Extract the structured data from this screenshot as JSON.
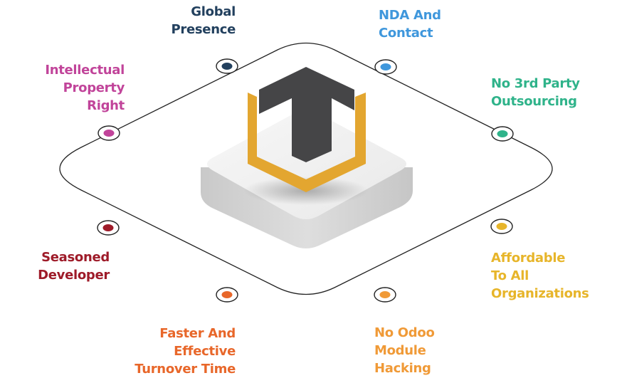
{
  "features": [
    {
      "id": "global-presence",
      "lines": [
        "Global",
        "Presence"
      ],
      "color": "#22405e"
    },
    {
      "id": "nda-and-contact",
      "lines": [
        "NDA And",
        "Contact"
      ],
      "color": "#3f97dc"
    },
    {
      "id": "intellectual-property-right",
      "lines": [
        "Intellectual",
        "Property",
        "Right"
      ],
      "color": "#c1449a"
    },
    {
      "id": "no-3rd-party-outsourcing",
      "lines": [
        "No 3rd Party",
        "Outsourcing"
      ],
      "color": "#2fb38a"
    },
    {
      "id": "seasoned-developer",
      "lines": [
        "Seasoned",
        "Developer"
      ],
      "color": "#9e1b29"
    },
    {
      "id": "affordable-to-all-organizations",
      "lines": [
        "Affordable",
        "To All",
        "Organizations"
      ],
      "color": "#e7b52a"
    },
    {
      "id": "faster-and-effective-turnover-time",
      "lines": [
        "Faster And",
        "Effective",
        "Turnover Time"
      ],
      "color": "#e8672a"
    },
    {
      "id": "no-odoo-module-hacking",
      "lines": [
        "No Odoo",
        "Module",
        "Hacking"
      ],
      "color": "#f09a37"
    }
  ],
  "colors": {
    "outline": "#222222",
    "logo_dark": "#454547",
    "logo_gold": "#e3a630",
    "platform_top": "#f2f2f2",
    "platform_side": "#d2d2d2"
  }
}
